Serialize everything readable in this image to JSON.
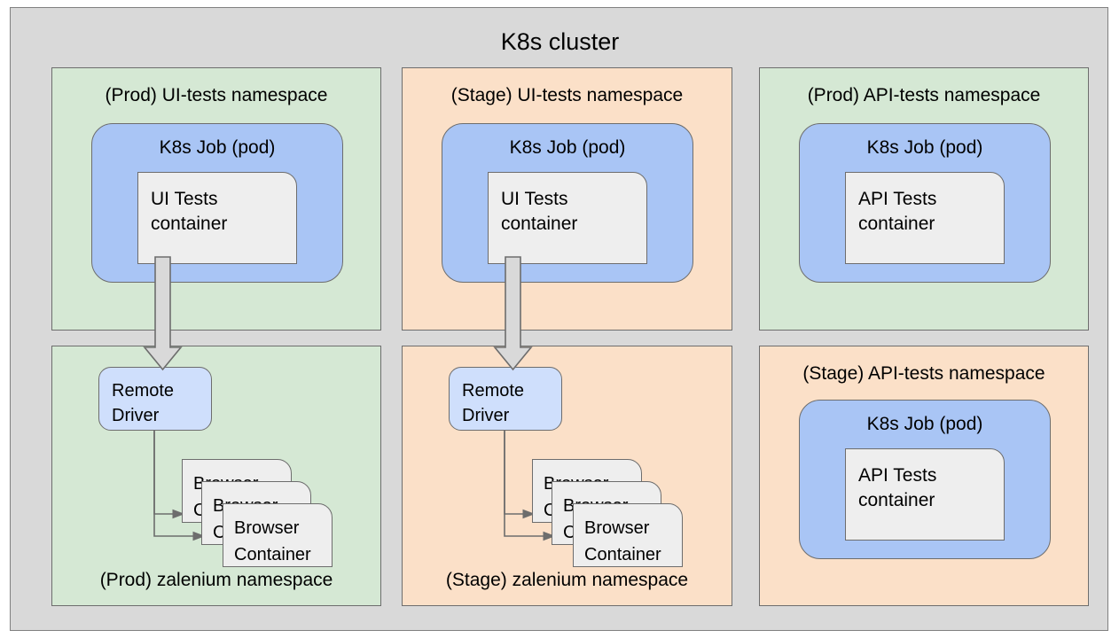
{
  "diagram": {
    "type": "architecture-diagram",
    "title": "K8s cluster",
    "background_color": "#ffffff",
    "cluster_fill": "#d9d9d9",
    "namespace_green_fill": "#d5e8d4",
    "namespace_orange_fill": "#fbe0c8",
    "pod_fill": "#a9c5f5",
    "driver_fill": "#cfdffc",
    "container_fill": "#eeeeee",
    "border_color": "#6d6d6d"
  },
  "namespaces": {
    "prod_ui": {
      "title": "(Prod) UI-tests namespace",
      "color": "green",
      "pod": {
        "title": "K8s Job (pod)",
        "container": "UI Tests\ncontainer"
      }
    },
    "stage_ui": {
      "title": "(Stage) UI-tests namespace",
      "color": "orange",
      "pod": {
        "title": "K8s Job (pod)",
        "container": "UI Tests\ncontainer"
      }
    },
    "prod_api": {
      "title": "(Prod) API-tests namespace",
      "color": "green",
      "pod": {
        "title": "K8s Job (pod)",
        "container": "API Tests\ncontainer"
      }
    },
    "stage_api": {
      "title": "(Stage) API-tests namespace",
      "color": "orange",
      "pod": {
        "title": "K8s Job (pod)",
        "container": "API Tests\ncontainer"
      }
    },
    "prod_zalenium": {
      "title": "(Prod) zalenium namespace",
      "color": "green",
      "driver": "Remote\nDriver",
      "browsers": [
        "Browser\nContainer",
        "Browser\nContainer",
        "Browser\nContainer"
      ]
    },
    "stage_zalenium": {
      "title": "(Stage) zalenium namespace",
      "color": "orange",
      "driver": "Remote\nDriver",
      "browsers": [
        "Browser\nContainer",
        "Browser\nContainer",
        "Browser\nContainer"
      ]
    }
  }
}
